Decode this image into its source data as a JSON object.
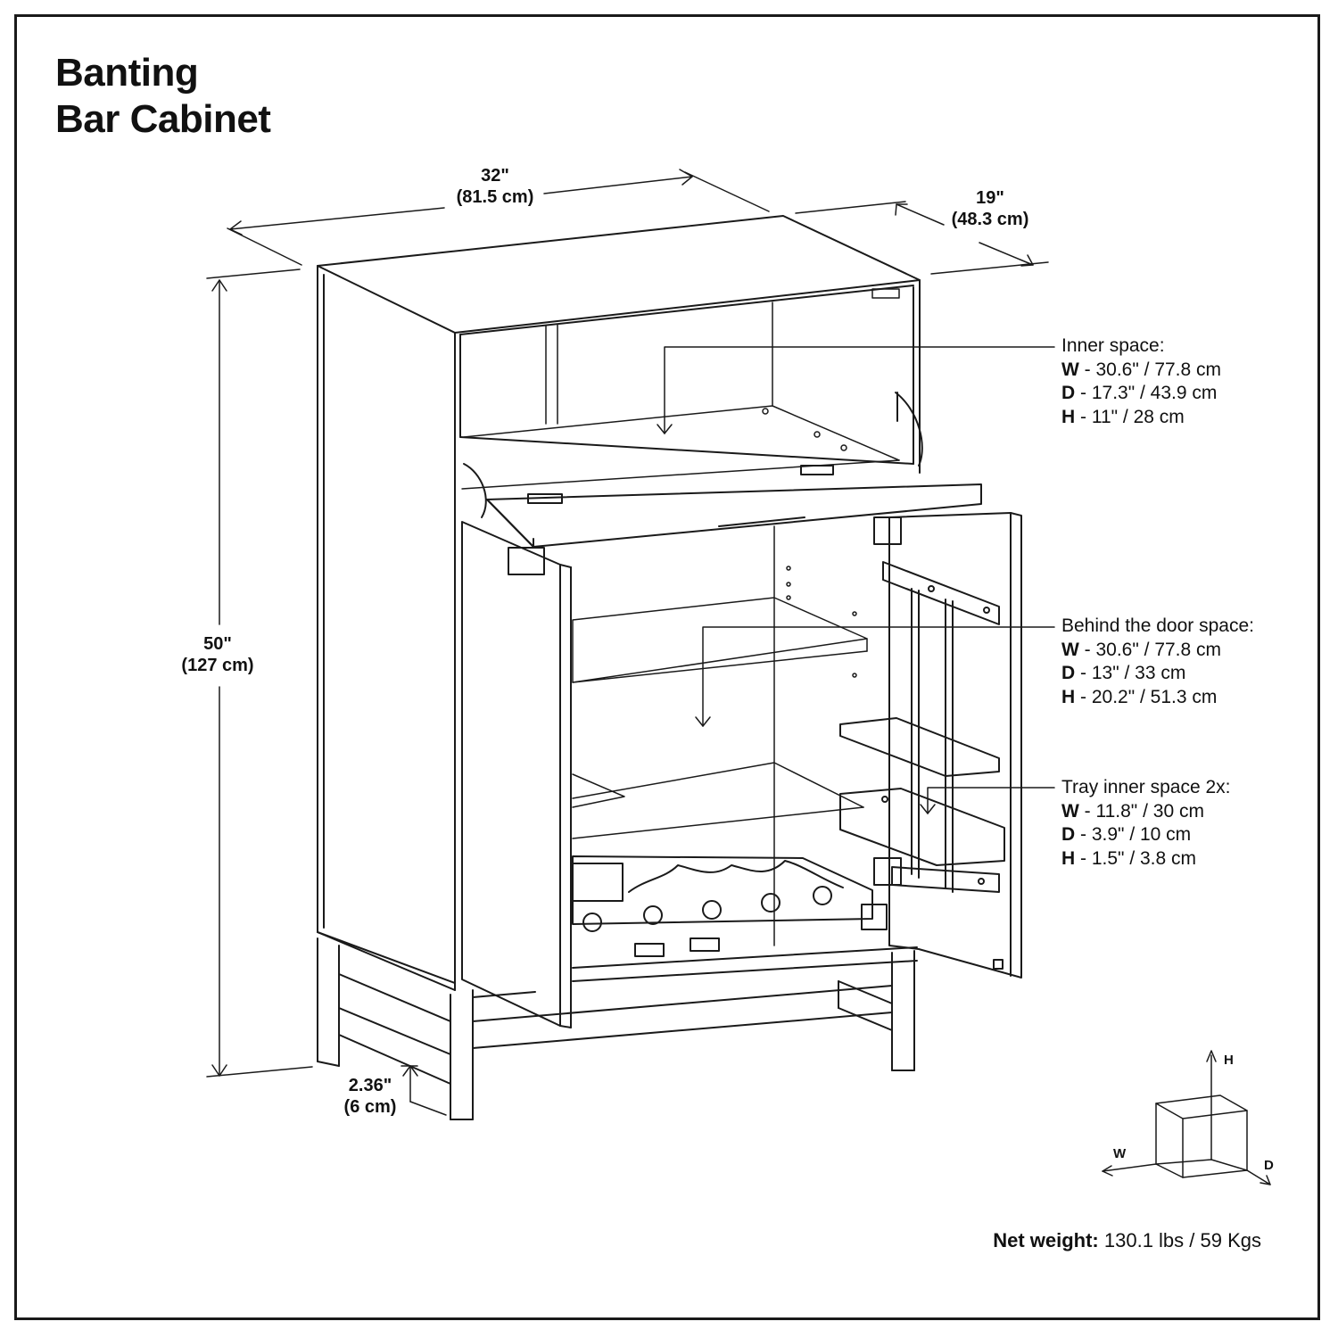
{
  "title": {
    "line1": "Banting",
    "line2": "Bar Cabinet"
  },
  "dimensions": {
    "width": {
      "imperial": "32\"",
      "metric": "(81.5 cm)"
    },
    "depth": {
      "imperial": "19\"",
      "metric": "(48.3 cm)"
    },
    "height": {
      "imperial": "50\"",
      "metric": "(127 cm)"
    },
    "leg_clearance": {
      "imperial": "2.36\"",
      "metric": "(6 cm)"
    }
  },
  "specs": [
    {
      "heading": "Inner space:",
      "rows": [
        {
          "key": "W",
          "value": " - 30.6\" / 77.8 cm"
        },
        {
          "key": "D",
          "value": " - 17.3\" / 43.9 cm"
        },
        {
          "key": "H",
          "value": " - 11\" / 28 cm"
        }
      ]
    },
    {
      "heading": "Behind the door space:",
      "rows": [
        {
          "key": "W",
          "value": " - 30.6\" / 77.8 cm"
        },
        {
          "key": "D",
          "value": " - 13\" / 33 cm"
        },
        {
          "key": "H",
          "value": " - 20.2\" / 51.3 cm"
        }
      ]
    },
    {
      "heading": "Tray inner space 2x:",
      "rows": [
        {
          "key": "W",
          "value": " - 11.8\" / 30 cm"
        },
        {
          "key": "D",
          "value": " - 3.9\" / 10 cm"
        },
        {
          "key": "H",
          "value": " - 1.5\" / 3.8 cm"
        }
      ]
    }
  ],
  "axes": {
    "h": "H",
    "w": "W",
    "d": "D"
  },
  "net_weight": {
    "label": "Net weight:",
    "value": " 130.1 lbs / 59 Kgs"
  }
}
